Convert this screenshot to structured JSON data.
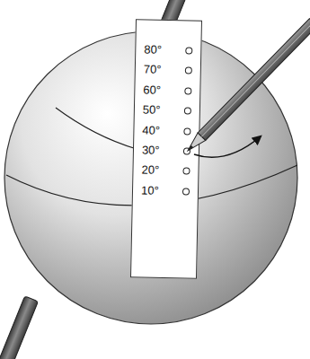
{
  "diagram": {
    "nodes": [
      {
        "text": [
          "80°",
          "70°",
          "60°",
          "50°",
          "40°",
          "30°",
          "20°",
          "10°"
        ]
      }
    ]
  }
}
